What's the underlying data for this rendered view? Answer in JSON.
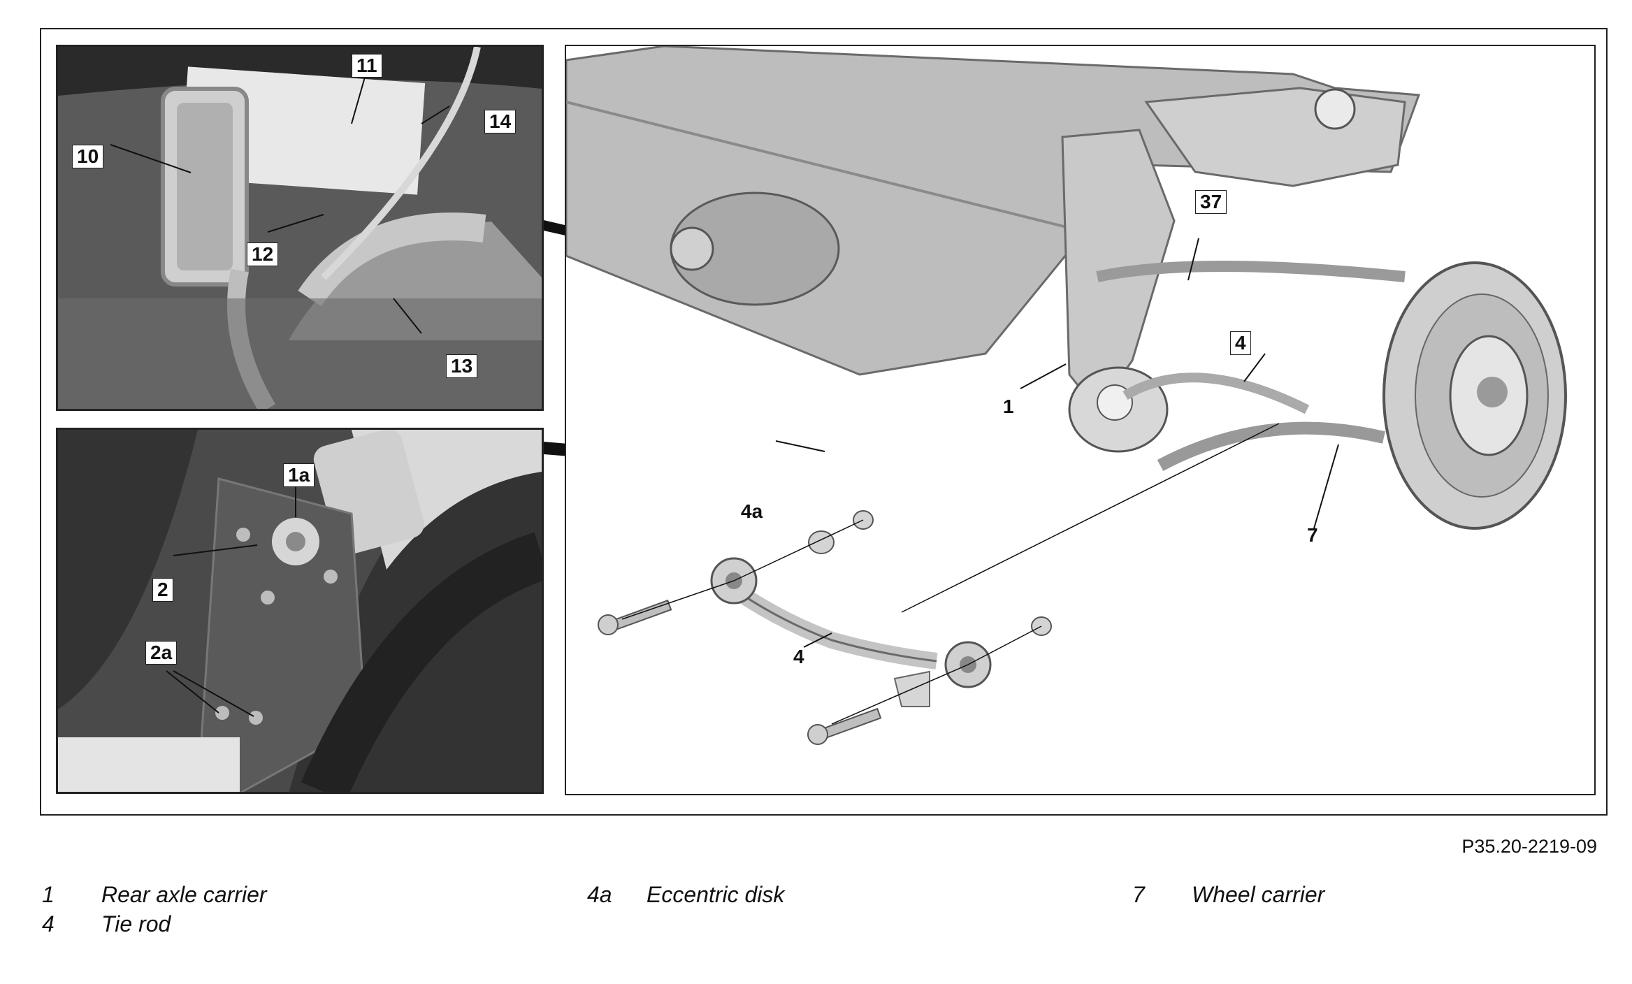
{
  "figure_id": "P35.20-2219-09",
  "callouts": {
    "inset_top": [
      "11",
      "14",
      "10",
      "12",
      "13"
    ],
    "inset_bottom": [
      "1a",
      "2",
      "2a"
    ],
    "main": [
      "37",
      "4",
      "1",
      "7",
      "4a",
      "4"
    ]
  },
  "legend": [
    {
      "num": "1",
      "text": "Rear axle carrier"
    },
    {
      "num": "4",
      "text": "Tie rod"
    },
    {
      "num": "4a",
      "text": "Eccentric disk"
    },
    {
      "num": "7",
      "text": "Wheel carrier"
    }
  ]
}
